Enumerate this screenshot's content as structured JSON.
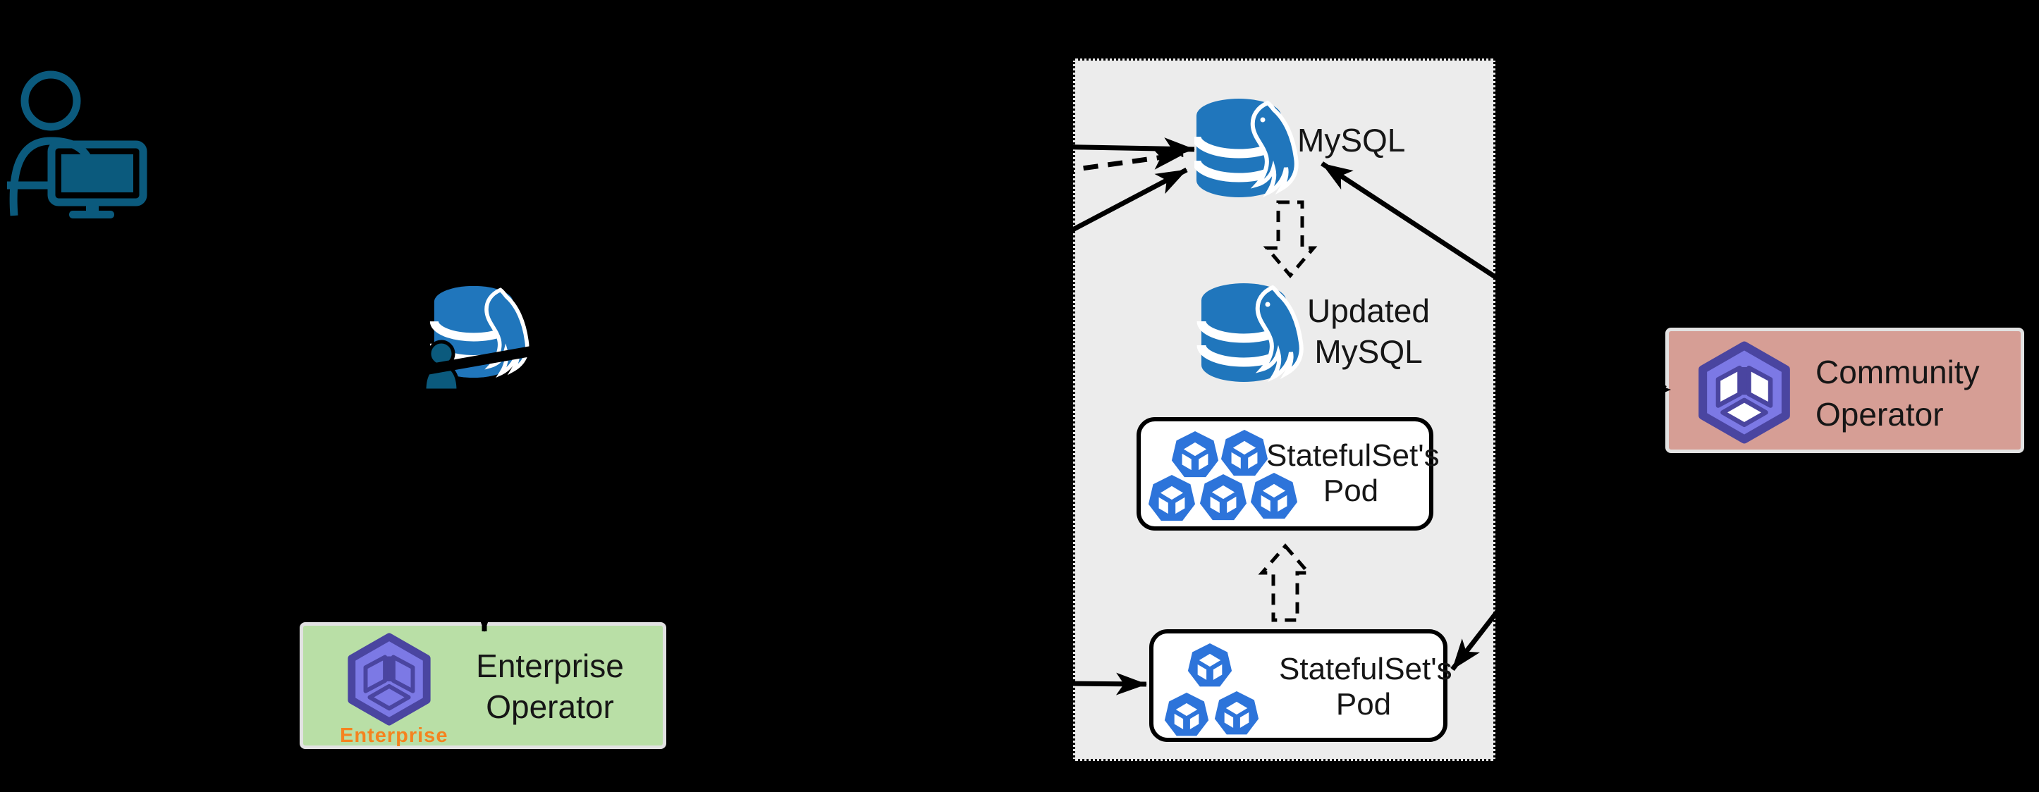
{
  "diagram": {
    "type": "kubernetes-mysql-operator-architecture",
    "nodes": {
      "user": {
        "icon": "user-computer-icon"
      },
      "mysql_resource": {
        "icon": "mysql-user-icon"
      },
      "mysql": {
        "label": "MySQL",
        "icon": "mysql-database-icon"
      },
      "updated_mysql": {
        "lines": [
          "Updated",
          "MySQL"
        ],
        "icon": "mysql-database-icon"
      },
      "statefulset_updated": {
        "lines": [
          "StatefulSet's",
          "Pod"
        ],
        "pod_count": 5,
        "icon": "pod-icon"
      },
      "statefulset_current": {
        "lines": [
          "StatefulSet's",
          "Pod"
        ],
        "pod_count": 3,
        "icon": "pod-icon"
      },
      "enterprise_operator": {
        "lines": [
          "Enterprise",
          "Operator"
        ],
        "badge": "Enterprise",
        "icon": "enterprise-operator-icon"
      },
      "community_operator": {
        "lines": [
          "Community",
          "Operator"
        ],
        "icon": "community-operator-icon"
      }
    },
    "colors": {
      "background": "#000000",
      "panel_bg": "#ececec",
      "mysql_blue": "#2076bc",
      "pod_blue": "#2d74da",
      "person_teal": "#0b5a7d",
      "operator_purple": "#7c79e5",
      "operator_purple_dark": "#4a45a0",
      "enterprise_bg": "#b9dfa6",
      "community_bg": "#d69e95",
      "box_border_light": "#e2e2e2",
      "node_box_bg": "#ffffff",
      "text": "#161616",
      "enterprise_badge_orange": "#f5831f",
      "arrow": "#000000"
    }
  }
}
